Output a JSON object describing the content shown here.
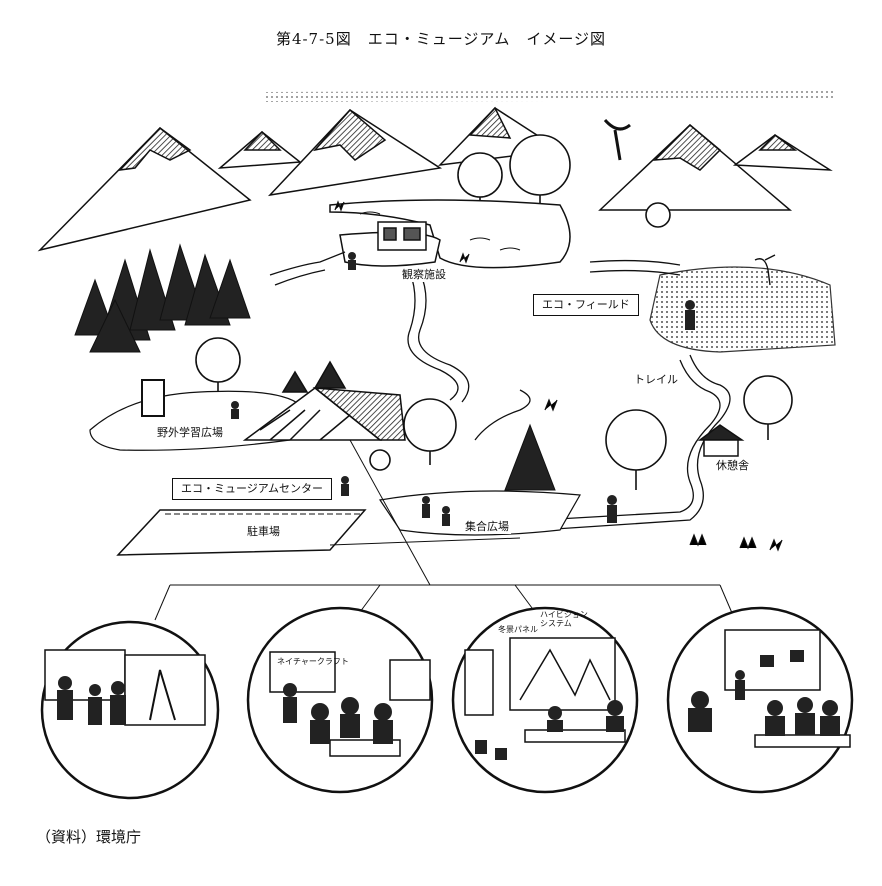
{
  "title": "第4-7-5図　エコ・ミュージアム　イメージ図",
  "labels": {
    "observation_facility": "観察施設",
    "eco_field": "エコ・フィールド",
    "trail": "トレイル",
    "outdoor_learning_plaza": "野外学習広場",
    "rest_house": "休憩舎",
    "eco_museum_center": "エコ・ミュージアムセンター",
    "parking": "駐車場",
    "assembly_plaza": "集合広場"
  },
  "insets": {
    "craft_sign": "ネイチャークラフト",
    "screen_left": "冬景パネル",
    "screen_right": "ハイビジョン\nシステム"
  },
  "source": "（資料）環境庁"
}
